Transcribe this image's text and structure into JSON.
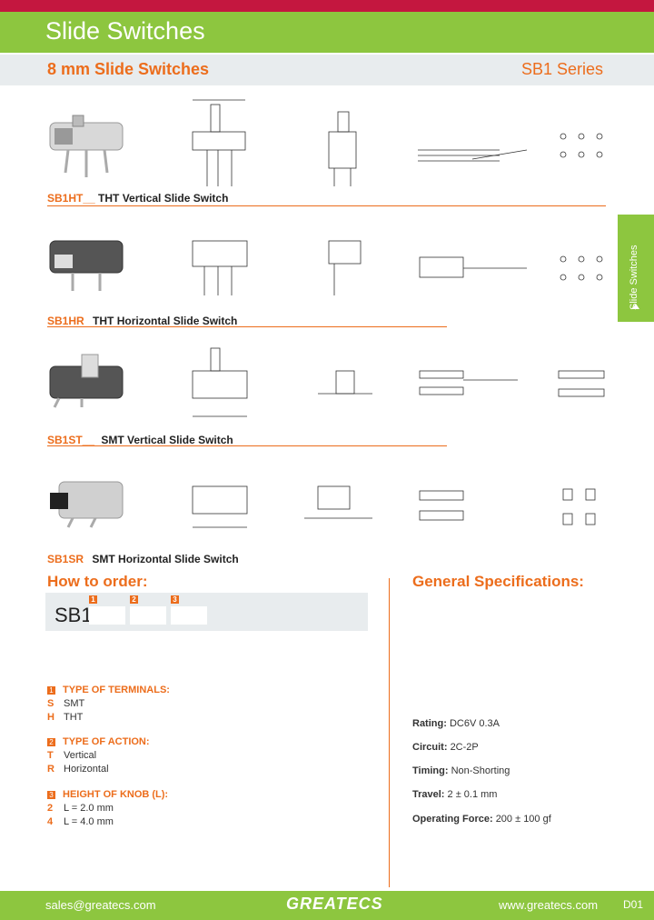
{
  "header": {
    "title": "Slide Switches",
    "subtitle": "8 mm Slide Switches",
    "series": "SB1 Series"
  },
  "side_tab": {
    "label": "Slide Switches"
  },
  "products": [
    {
      "code": "SB1HT__",
      "desc": "THT Vertical Slide Switch"
    },
    {
      "code": "SB1HR",
      "desc": "THT Horizontal Slide Switch"
    },
    {
      "code": "SB1ST__",
      "desc": "SMT Vertical Slide Switch"
    },
    {
      "code": "SB1SR",
      "desc": "SMT Horizontal Slide Switch"
    }
  ],
  "order": {
    "heading": "How to order:",
    "prefix": "SB1",
    "slots": [
      "1",
      "2",
      "3"
    ],
    "groups": [
      {
        "num": "1",
        "title": "TYPE OF TERMINALS:",
        "options": [
          {
            "k": "S",
            "v": "SMT"
          },
          {
            "k": "H",
            "v": "THT"
          }
        ]
      },
      {
        "num": "2",
        "title": "TYPE OF ACTION:",
        "options": [
          {
            "k": "T",
            "v": "Vertical"
          },
          {
            "k": "R",
            "v": "Horizontal"
          }
        ]
      },
      {
        "num": "3",
        "title": "HEIGHT OF KNOB (L):",
        "options": [
          {
            "k": "2",
            "v": "L = 2.0 mm"
          },
          {
            "k": "4",
            "v": "L = 4.0 mm"
          }
        ]
      }
    ]
  },
  "specs": {
    "heading": "General Specifications:",
    "items": [
      {
        "label": "Rating:",
        "value": "DC6V 0.3A"
      },
      {
        "label": "Circuit:",
        "value": "2C-2P"
      },
      {
        "label": "Timing:",
        "value": "Non-Shorting"
      },
      {
        "label": "Travel:",
        "value": "2 ± 0.1 mm"
      },
      {
        "label": "Operating Force:",
        "value": "200 ± 100  gf"
      }
    ]
  },
  "footer": {
    "email": "sales@greatecs.com",
    "logo": "GREATECS",
    "web": "www.greatecs.com",
    "page": "D01"
  },
  "colors": {
    "accent": "#ec6d1c",
    "green": "#8dc63f",
    "red": "#c4173f",
    "grey": "#e8ecee"
  }
}
